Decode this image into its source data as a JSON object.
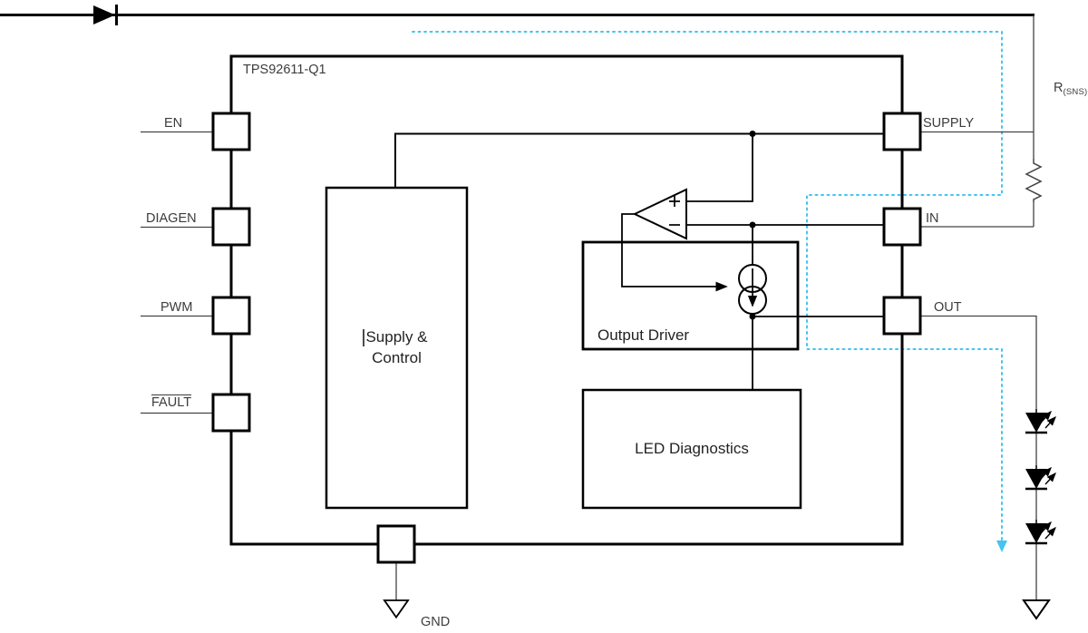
{
  "schematic": {
    "chip_title": "TPS92611-Q1",
    "pins": {
      "en": "EN",
      "diagen": "DIAGEN",
      "pwm": "PWM",
      "fault": "FAULT",
      "supply": "SUPPLY",
      "in": "IN",
      "out": "OUT",
      "gnd": "GND"
    },
    "blocks": {
      "supply_control_line1": "Supply &",
      "supply_control_line2": "Control",
      "output_driver": "Output Driver",
      "led_diagnostics": "LED Diagnostics"
    },
    "external": {
      "sense_resistor_name": "R",
      "sense_resistor_subscript": "(SNS)"
    },
    "colors": {
      "wire": "#000000",
      "thin_wire": "#444444",
      "text": "#3c3c3c",
      "highlight_dashed": "#45c4f0"
    }
  }
}
